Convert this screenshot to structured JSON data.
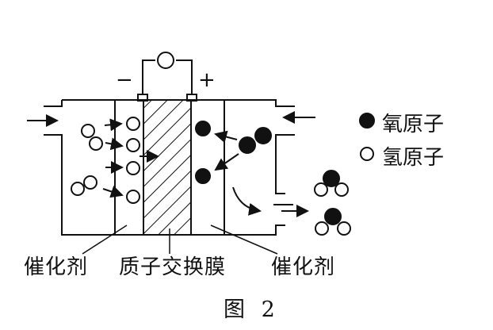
{
  "diagram": {
    "labels": {
      "minus": "−",
      "plus": "+",
      "catalyst_left": "催化剂",
      "membrane": "质子交换膜",
      "catalyst_right": "催化剂",
      "legend_oxygen": "氧原子",
      "legend_hydrogen": "氢原子",
      "figure_caption": "图 2"
    },
    "colors": {
      "ink": "#111111",
      "background": "#ffffff"
    }
  }
}
